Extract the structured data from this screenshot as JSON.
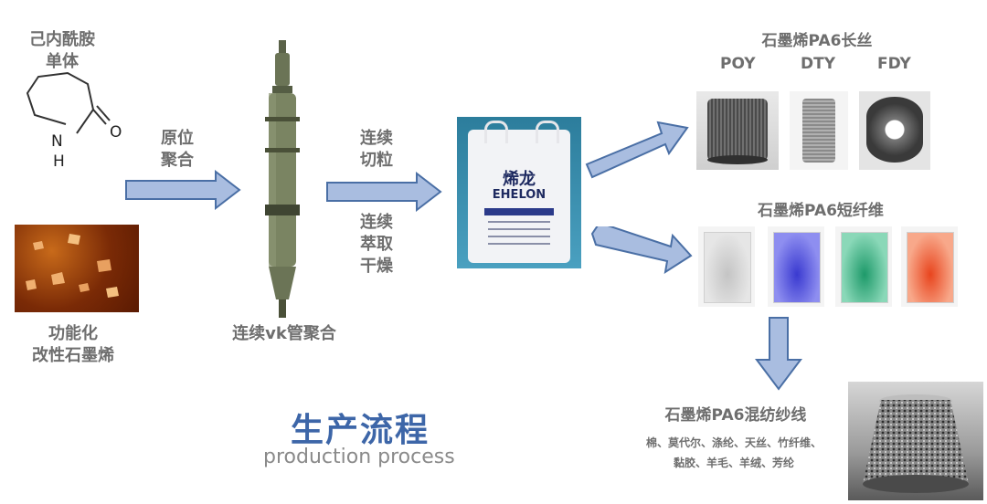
{
  "monomer": {
    "line1": "己内酰胺",
    "line2": "单体",
    "atom_n": "N",
    "atom_h": "H",
    "atom_o": "O"
  },
  "graphene": {
    "line1": "功能化",
    "line2": "改性石墨烯"
  },
  "step_in_situ": {
    "line1": "原位",
    "line2": "聚合"
  },
  "reactor": {
    "label": "连续vk管聚合"
  },
  "step_cut": {
    "line1": "连续",
    "line2": "切粒"
  },
  "step_dry": {
    "line1": "连续",
    "line2": "萃取",
    "line3": "干燥"
  },
  "bag": {
    "brand_cn": "烯龙",
    "brand_en": "EHELON"
  },
  "filament": {
    "title": "石墨烯PA6长丝",
    "types": [
      "POY",
      "DTY",
      "FDY"
    ]
  },
  "staple": {
    "title": "石墨烯PA6短纤维"
  },
  "blend": {
    "title": "石墨烯PA6混纺纱线",
    "line1": "棉、莫代尔、涤纶、天丝、竹纤维、",
    "line2": "黏胶、羊毛、羊绒、芳纶"
  },
  "main_title": {
    "cn": "生产流程",
    "en": "production process"
  },
  "colors": {
    "arrow_fill": "#a9bde0",
    "arrow_stroke": "#4a6fa5",
    "title_blue": "#3d66a8",
    "label_gray": "#6e6e6e"
  }
}
